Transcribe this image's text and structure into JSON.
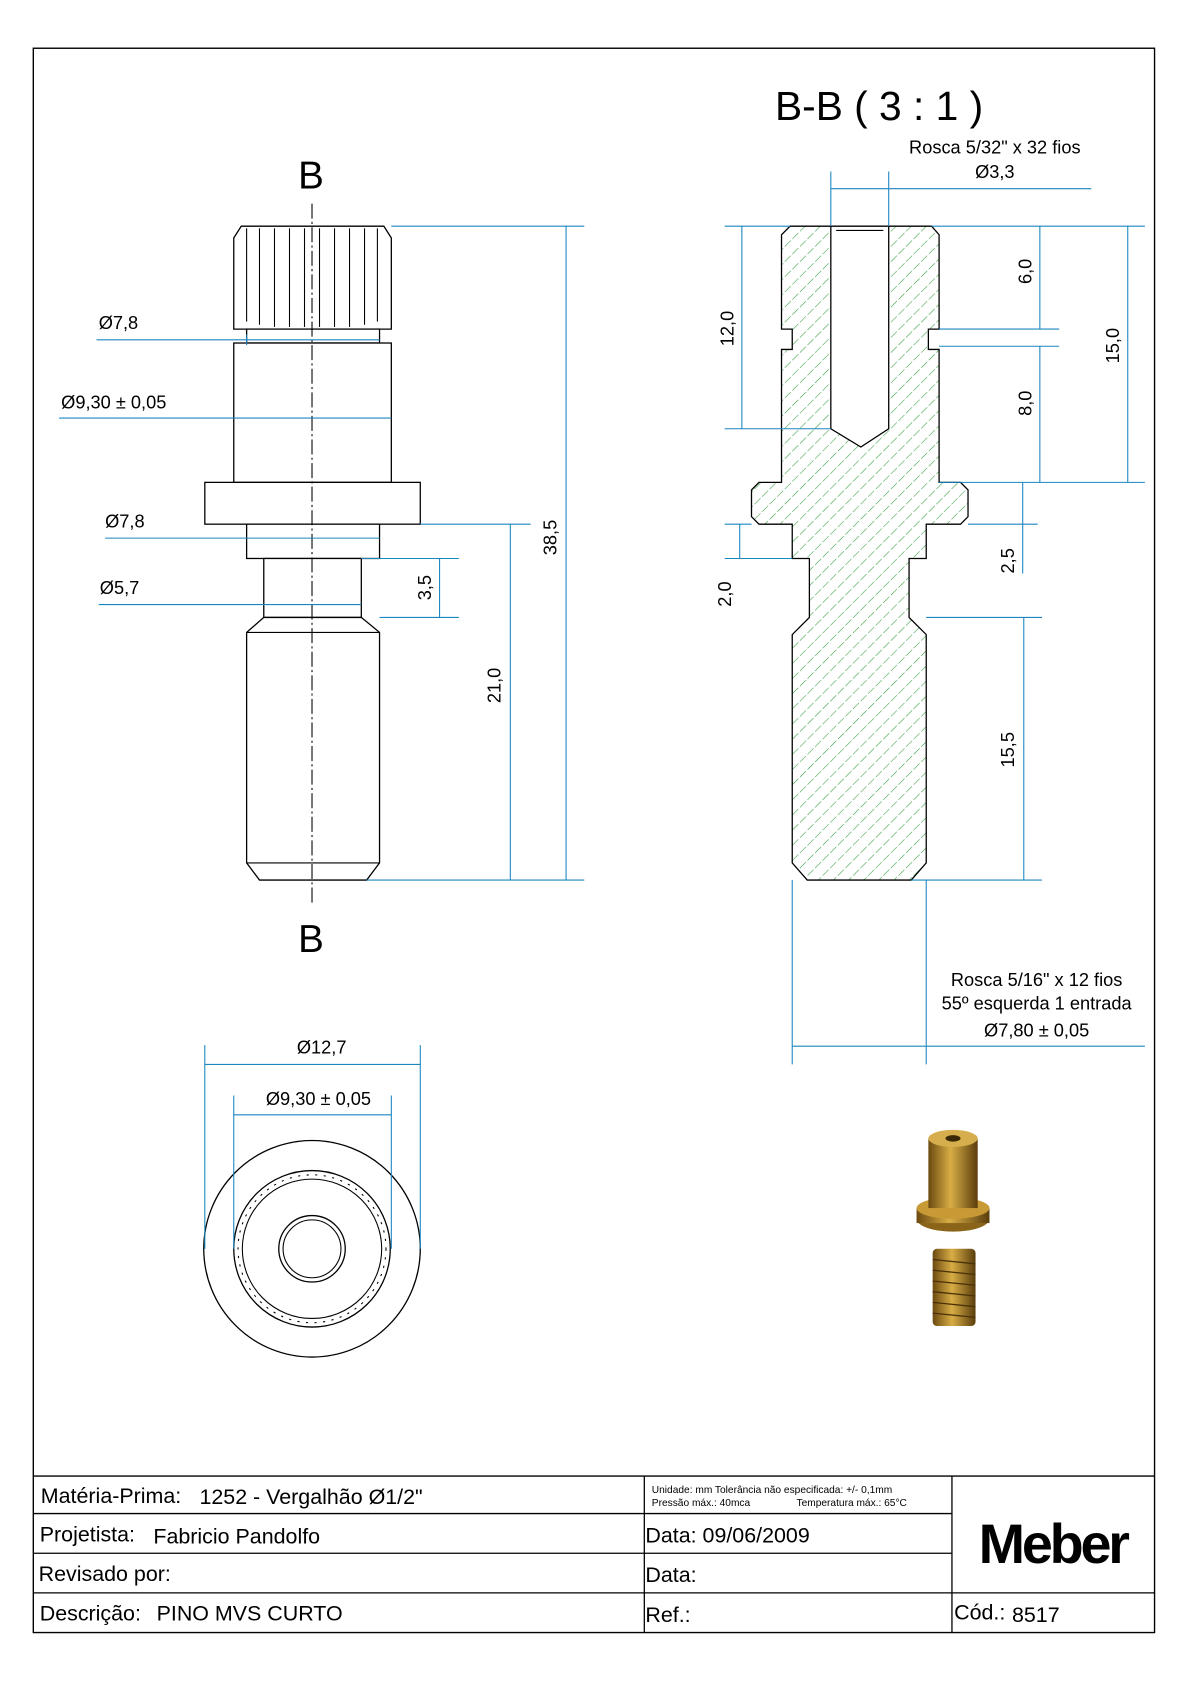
{
  "views": {
    "section_marker_top": "B",
    "section_marker_bottom": "B",
    "section_title": "B-B  ( 3 : 1 )"
  },
  "dimensions_left": {
    "d_knurl": "Ø7,8",
    "d_body": "Ø9,30 ± 0,05",
    "d_under_flange": "Ø7,8",
    "d_neck": "Ø5,7",
    "l_neck": "3,5",
    "l_lower": "21,0",
    "l_total": "38,5"
  },
  "dimensions_bottom": {
    "d_flange": "Ø12,7",
    "d_body": "Ø9,30 ± 0,05"
  },
  "dimensions_section": {
    "thread_top_note": "Rosca 5/32\" x 32 fios",
    "d_hole": "Ø3,3",
    "l_12": "12,0",
    "l_6": "6,0",
    "l_8": "8,0",
    "l_15": "15,0",
    "l_2": "2,0",
    "l_2_5": "2,5",
    "l_15_5": "15,5",
    "thread_bottom_note_1": "Rosca 5/16\" x 12 fios",
    "thread_bottom_note_2": "55º esquerda 1 entrada",
    "d_thread": "Ø7,80 ± 0,05"
  },
  "title_block": {
    "materia_label": "Matéria-Prima:",
    "materia_value": "1252 - Vergalhão Ø1/2\"",
    "projetista_label": "Projetista:",
    "projetista_value": "Fabricio Pandolfo",
    "revisado_label": "Revisado por:",
    "descricao_label": "Descrição:",
    "descricao_value": "PINO MVS CURTO",
    "note_line1": "Unidade: mm Tolerância não especificada: +/- 0,1mm",
    "note_line2a": "Pressão máx.: 40mca",
    "note_line2b": "Temperatura máx.: 65°C",
    "data1": "Data: 09/06/2009",
    "data2": "Data:",
    "ref": "Ref.:",
    "logo": "Meber",
    "cod_label": "Cód.:",
    "cod_value": "8517"
  },
  "colors": {
    "dimension": "#1a86c0",
    "hatch": "#2e9a3a",
    "part": "#b5892a"
  }
}
